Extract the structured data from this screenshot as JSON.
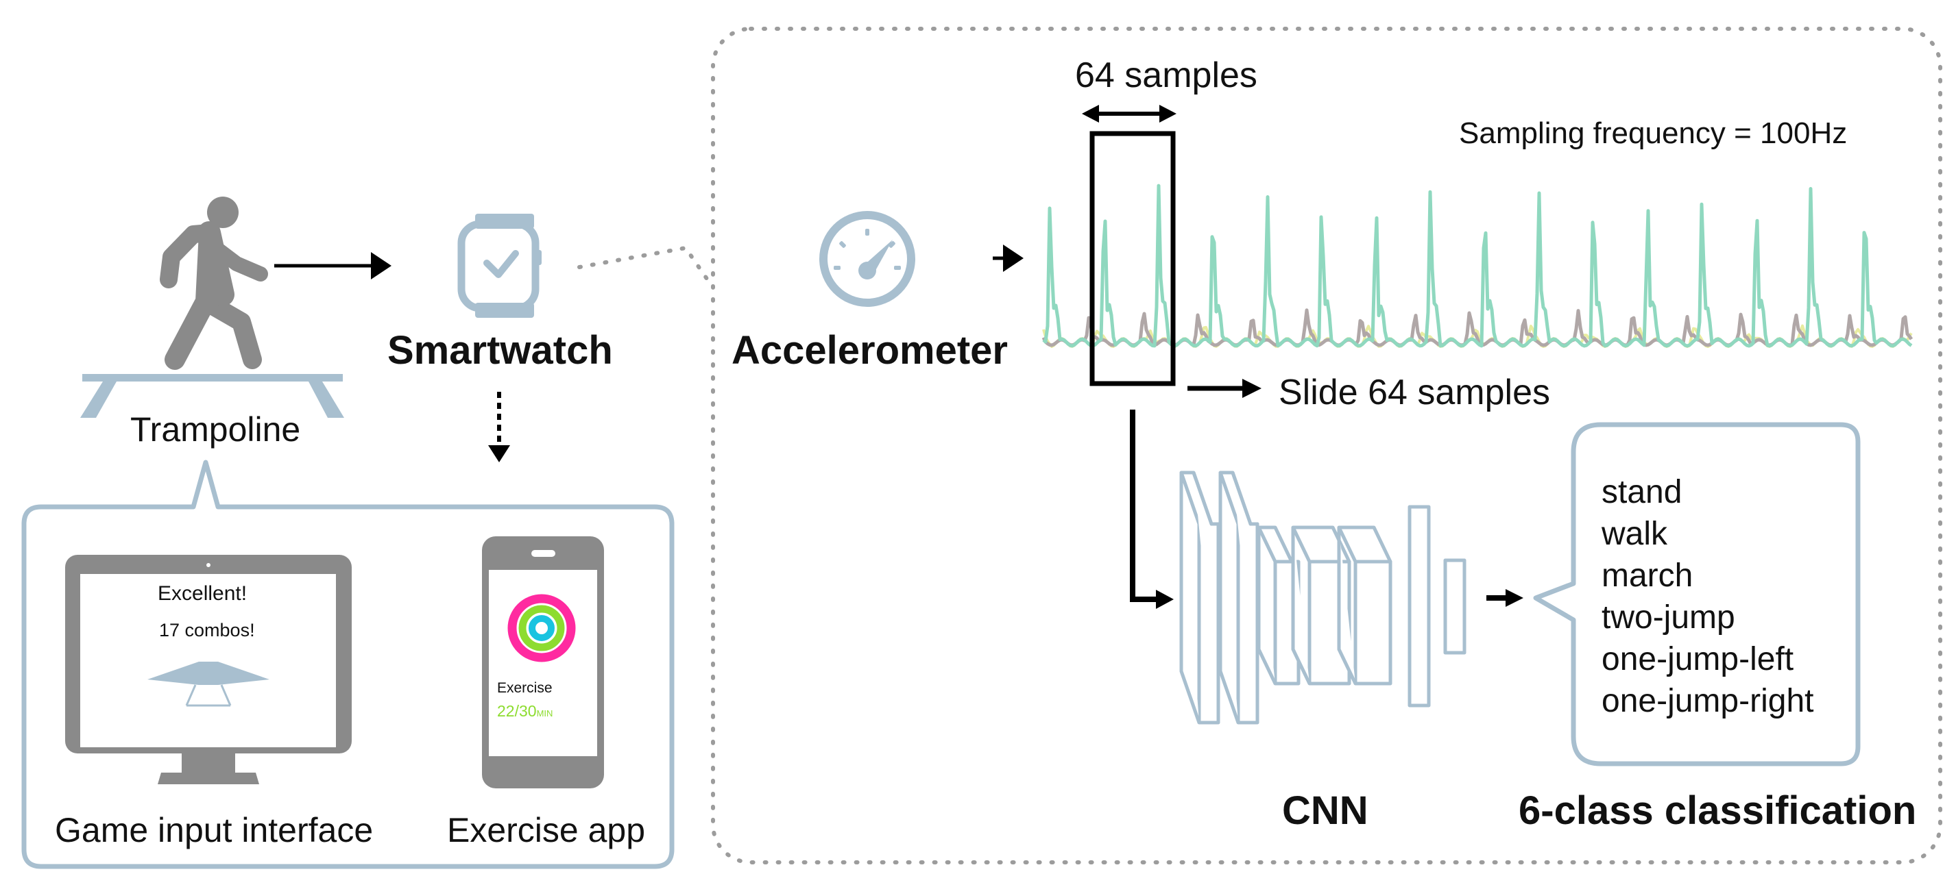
{
  "labels": {
    "trampoline": "Trampoline",
    "smartwatch": "Smartwatch",
    "accelerometer": "Accelerometer",
    "game_interface": "Game input interface",
    "exercise_app": "Exercise app",
    "window_size": "64 samples",
    "sampling": "Sampling frequency = 100Hz",
    "slide": "Slide 64 samples",
    "cnn": "CNN",
    "classification": "6-class classification"
  },
  "screen": {
    "line1": "Excellent!",
    "line2": "17 combos!"
  },
  "phone": {
    "label": "Exercise",
    "value": "22/30",
    "unit": "MIN"
  },
  "classes": [
    "stand",
    "walk",
    "march",
    "two-jump",
    "one-jump-left",
    "one-jump-right"
  ],
  "colors": {
    "icon_gray": "#8a8a8a",
    "device_blue": "#a8bfcf",
    "signal_green": "#8fd8bf",
    "signal_gray": "#b0a7a7",
    "signal_yellow": "#e8eca0",
    "ring_pink": "#ff2aa0",
    "ring_green": "#8ddc2f",
    "ring_cyan": "#19c3e0"
  }
}
